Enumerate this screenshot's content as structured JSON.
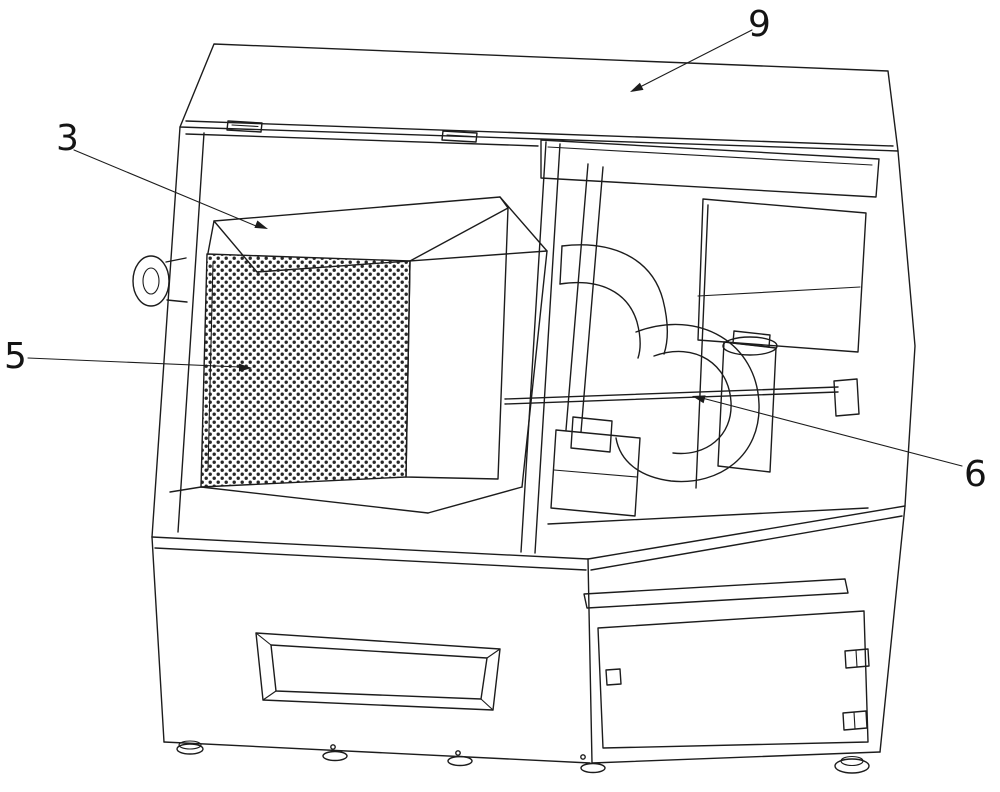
{
  "page": {
    "background": "#ffffff",
    "ink": "#1c1c1c"
  },
  "figure": {
    "labels": {
      "ref9": "9",
      "ref3": "3",
      "ref5": "5",
      "ref6": "6"
    }
  }
}
